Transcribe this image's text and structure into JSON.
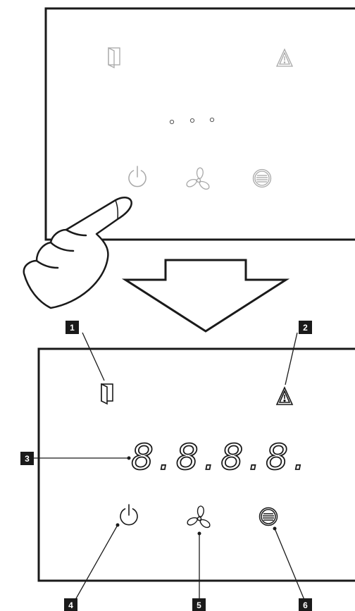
{
  "top_panel": {
    "icons": {
      "door": "door-icon",
      "warning": "warning-icon",
      "power": "power-icon",
      "fan": "fan-icon",
      "menu": "menu-icon"
    },
    "status_dots": 3,
    "state": "off"
  },
  "transition": {
    "arrow": "down-arrow",
    "gesture": "finger-press-power"
  },
  "bottom_panel": {
    "display_text": "8.8.8.8.",
    "state": "on"
  },
  "callouts": [
    {
      "id": "1",
      "label": "1",
      "target": "door-icon"
    },
    {
      "id": "2",
      "label": "2",
      "target": "warning-icon"
    },
    {
      "id": "3",
      "label": "3",
      "target": "digit-display"
    },
    {
      "id": "4",
      "label": "4",
      "target": "power-icon"
    },
    {
      "id": "5",
      "label": "5",
      "target": "fan-icon"
    },
    {
      "id": "6",
      "label": "6",
      "target": "menu-icon"
    }
  ],
  "colors": {
    "line": "#1a1a1a",
    "faint": "#b0b0b0",
    "callout_bg": "#1a1a1a",
    "callout_text": "#ffffff"
  }
}
